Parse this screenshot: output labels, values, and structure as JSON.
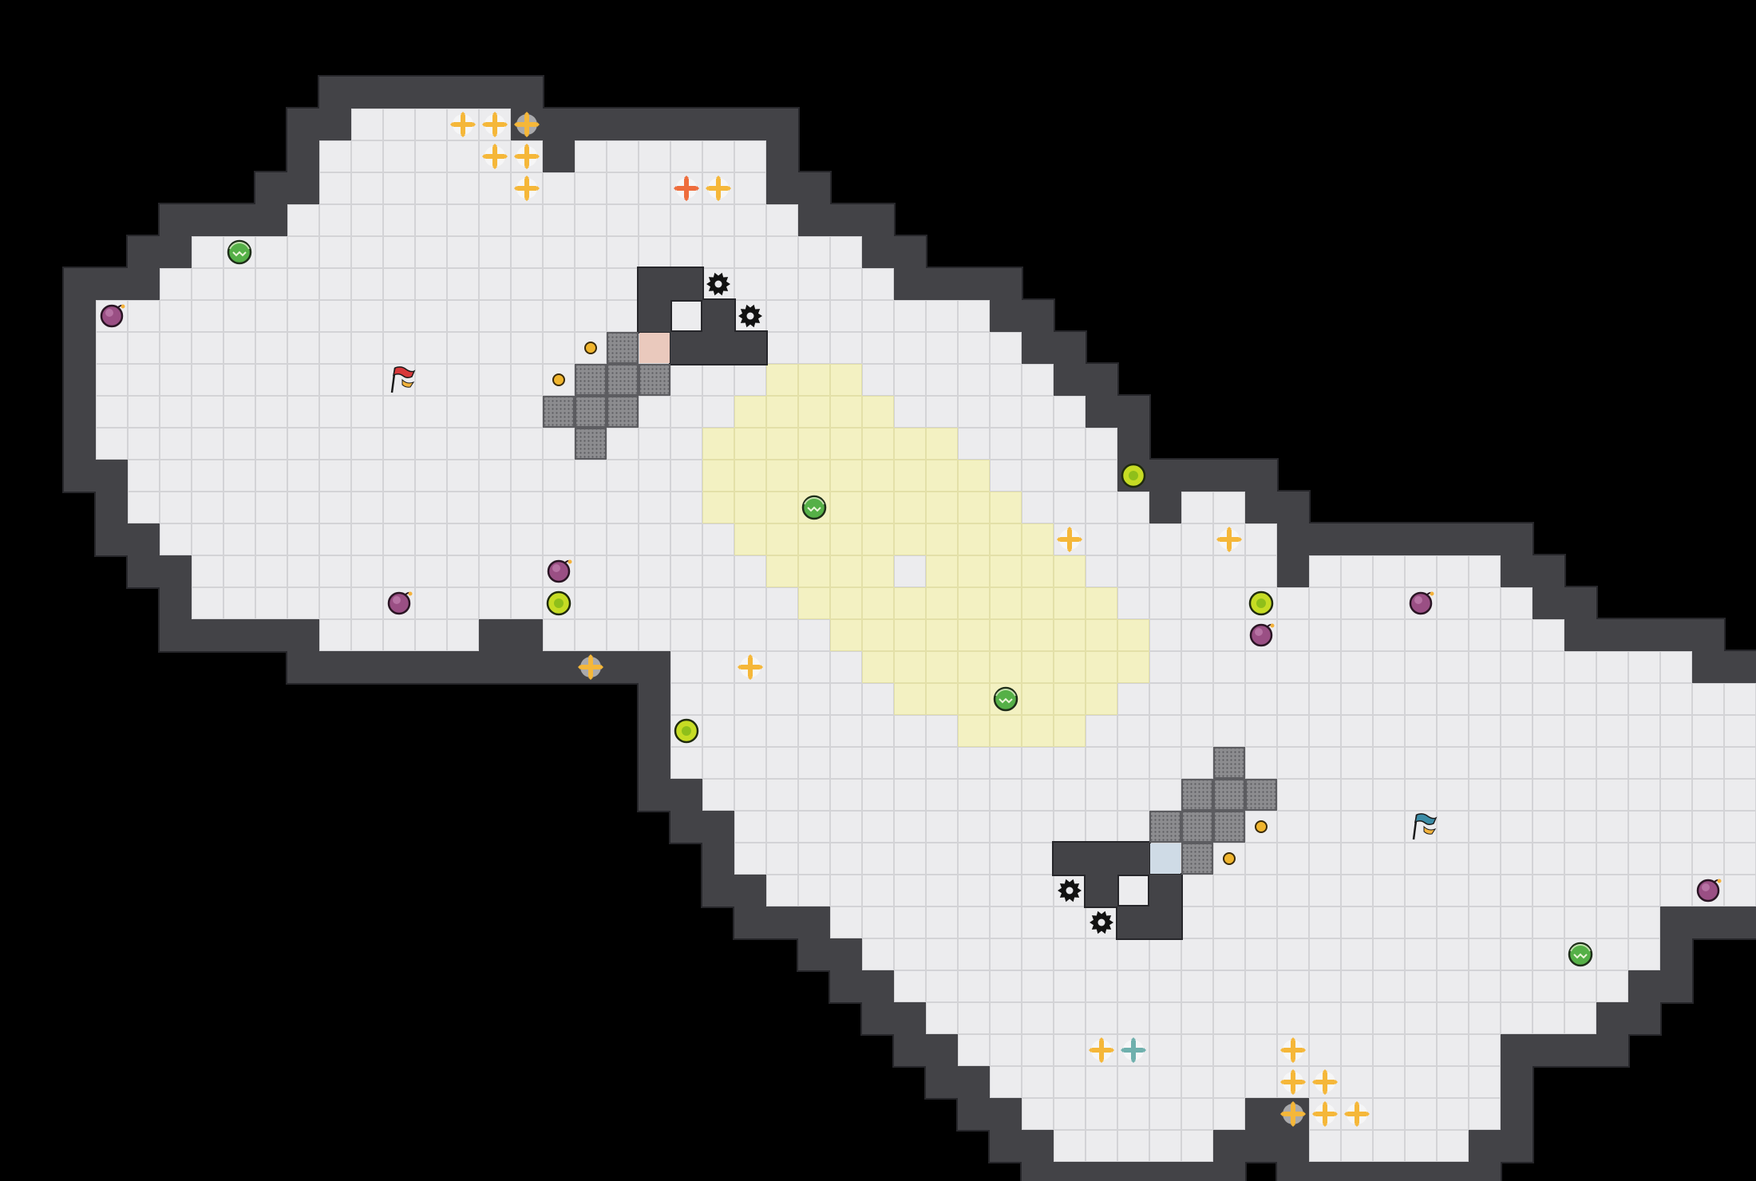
{
  "game": {
    "grid": {
      "cols": 55,
      "rows": 37,
      "origin_x": 0.5,
      "origin_y": 3.4
    },
    "colors": {
      "background": "#000000",
      "floor": "#ececee",
      "floor_grid_line": "#d3d3d6",
      "wall": "#434347",
      "wall_edge": "#26262a",
      "wall_highlight": "#5e5e63",
      "zone": "#f3f1c2",
      "zone_grid_line": "#e3e0a8",
      "block": "#8c8c8f",
      "block_edge": "#5c5c60",
      "red_pad": "#eac9bd",
      "blue_pad": "#cfdbe6",
      "cross_yellow": "#f5b739",
      "cross_orange": "#ee6d3d",
      "cross_teal": "#6fb0ad",
      "red_team": "#d8383a",
      "blue_team": "#3b8ca6",
      "orb_yellow": "#c6dc24",
      "orb_green": "#55b047",
      "bomb": "#9a4f84",
      "coin": "#f0b52e",
      "gear": "#111111"
    },
    "walkable_rows": [
      [
        10,
        14
      ],
      [
        9,
        15,
        17,
        22
      ],
      [
        9,
        22
      ],
      [
        8,
        23
      ],
      [
        5,
        25
      ],
      [
        4,
        26
      ],
      [
        2,
        29
      ],
      [
        2,
        30
      ],
      [
        2,
        31
      ],
      [
        2,
        32
      ],
      [
        2,
        33
      ],
      [
        3,
        33
      ],
      [
        3,
        34,
        36,
        37
      ],
      [
        4,
        38
      ],
      [
        5,
        38,
        40,
        45
      ],
      [
        5,
        46
      ],
      [
        9,
        13,
        16,
        47
      ],
      [
        20,
        51
      ],
      [
        20,
        53
      ],
      [
        20,
        53
      ],
      [
        20,
        53
      ],
      [
        21,
        53
      ],
      [
        22,
        53
      ],
      [
        22,
        53
      ],
      [
        23,
        53
      ],
      [
        25,
        50
      ],
      [
        26,
        50
      ],
      [
        27,
        49
      ],
      [
        28,
        48
      ],
      [
        29,
        45
      ],
      [
        30,
        45
      ],
      [
        31,
        37,
        40,
        45
      ],
      [
        32,
        36,
        40,
        44
      ]
    ],
    "first_walkable_row": 0,
    "inner_walls": [
      {
        "name": "inner-wall-top",
        "cells": [
          [
            19,
            5
          ],
          [
            20,
            5
          ],
          [
            19,
            6
          ],
          [
            21,
            6
          ],
          [
            20,
            7
          ],
          [
            21,
            7
          ],
          [
            22,
            7
          ]
        ]
      },
      {
        "name": "inner-wall-bottom",
        "cells": [
          [
            32,
            23
          ],
          [
            33,
            23
          ],
          [
            34,
            23
          ],
          [
            33,
            24
          ],
          [
            35,
            24
          ],
          [
            34,
            25
          ],
          [
            35,
            25
          ]
        ]
      }
    ],
    "zone_rows": [
      [
        23,
        25,
        8
      ],
      [
        22,
        26,
        9
      ],
      [
        21,
        28,
        10
      ],
      [
        21,
        29,
        11
      ],
      [
        21,
        30,
        12
      ],
      [
        22,
        31,
        13
      ],
      [
        23,
        32,
        14
      ],
      [
        24,
        33,
        15
      ],
      [
        25,
        34,
        16
      ],
      [
        26,
        34,
        17
      ],
      [
        27,
        33,
        18
      ],
      [
        29,
        32,
        19
      ]
    ],
    "zone_gap": [
      27,
      14
    ],
    "blocks": [
      [
        18,
        7
      ],
      [
        17,
        8
      ],
      [
        18,
        8
      ],
      [
        19,
        8
      ],
      [
        16,
        9
      ],
      [
        17,
        9
      ],
      [
        18,
        9
      ],
      [
        17,
        10
      ],
      [
        37,
        20
      ],
      [
        36,
        21
      ],
      [
        37,
        21
      ],
      [
        38,
        21
      ],
      [
        35,
        22
      ],
      [
        36,
        22
      ],
      [
        37,
        22
      ],
      [
        36,
        23
      ]
    ],
    "pads": [
      {
        "team": "red",
        "cell": [
          19,
          7
        ]
      },
      {
        "team": "blue",
        "cell": [
          35,
          23
        ]
      }
    ],
    "flags": [
      {
        "team": "red",
        "cell": [
          11,
          8
        ]
      },
      {
        "team": "blue",
        "cell": [
          43,
          22
        ]
      }
    ],
    "crosses": [
      {
        "color": "yellow",
        "cells": [
          [
            13,
            0
          ],
          [
            14,
            0
          ],
          [
            15,
            0
          ],
          [
            14,
            1
          ],
          [
            15,
            1
          ],
          [
            15,
            2
          ],
          [
            21,
            2
          ],
          [
            17,
            17
          ],
          [
            22,
            17
          ],
          [
            32,
            13
          ],
          [
            37,
            13
          ],
          [
            33,
            29
          ],
          [
            39,
            29
          ],
          [
            39,
            30
          ],
          [
            40,
            30
          ],
          [
            39,
            31
          ],
          [
            40,
            31
          ],
          [
            41,
            31
          ]
        ]
      },
      {
        "color": "orange",
        "cells": [
          [
            20,
            2
          ]
        ]
      },
      {
        "color": "teal",
        "cells": [
          [
            34,
            29
          ]
        ]
      }
    ],
    "orbs": [
      {
        "kind": "green",
        "cells": [
          [
            6,
            4
          ],
          [
            24,
            12
          ],
          [
            30,
            18
          ],
          [
            48,
            26
          ]
        ]
      },
      {
        "kind": "yellow",
        "cells": [
          [
            34,
            11
          ],
          [
            16,
            15
          ],
          [
            38,
            15
          ],
          [
            20,
            19
          ]
        ]
      },
      {
        "kind": "bomb",
        "cells": [
          [
            2,
            6
          ],
          [
            11,
            15
          ],
          [
            16,
            14
          ],
          [
            43,
            15
          ],
          [
            38,
            16
          ],
          [
            52,
            24
          ]
        ]
      }
    ],
    "coins": [
      [
        17,
        7
      ],
      [
        16,
        8
      ],
      [
        38,
        22
      ],
      [
        37,
        23
      ]
    ],
    "gears": [
      [
        21,
        5
      ],
      [
        22,
        6
      ],
      [
        32,
        24
      ],
      [
        33,
        25
      ]
    ]
  }
}
